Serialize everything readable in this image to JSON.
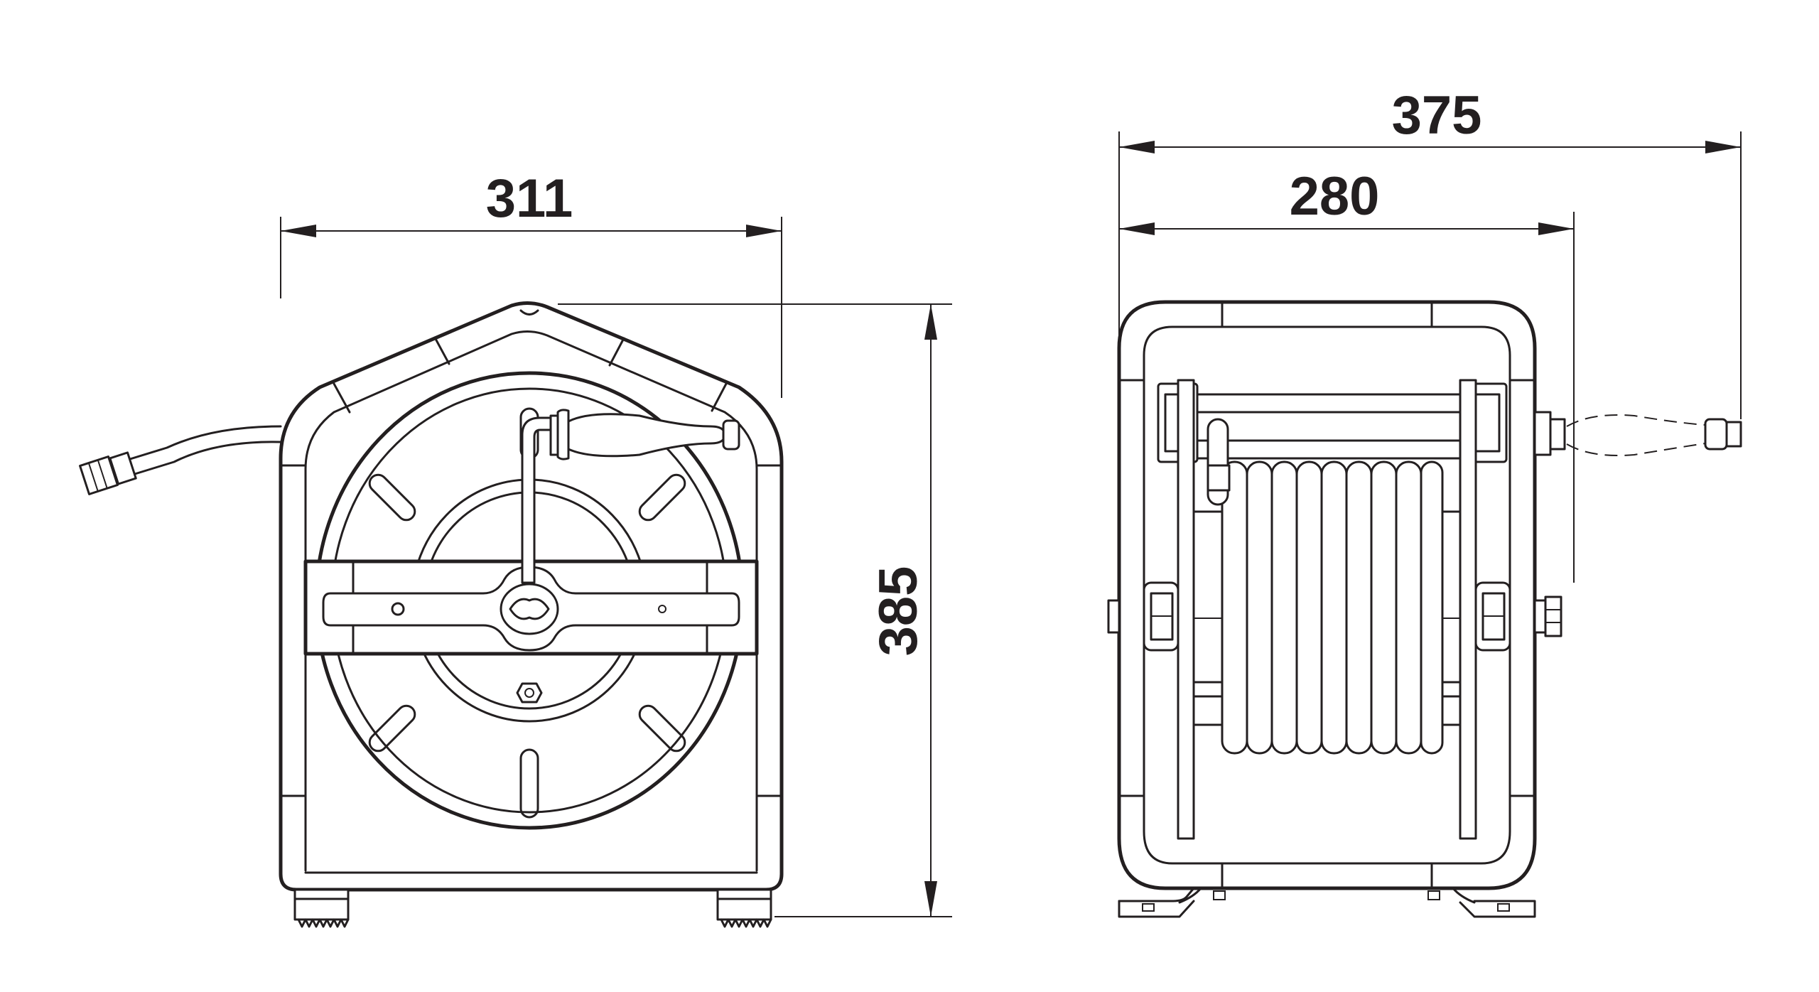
{
  "dimensions": {
    "front_width": "311",
    "front_height": "385",
    "side_depth": "280",
    "side_total_depth": "375"
  }
}
